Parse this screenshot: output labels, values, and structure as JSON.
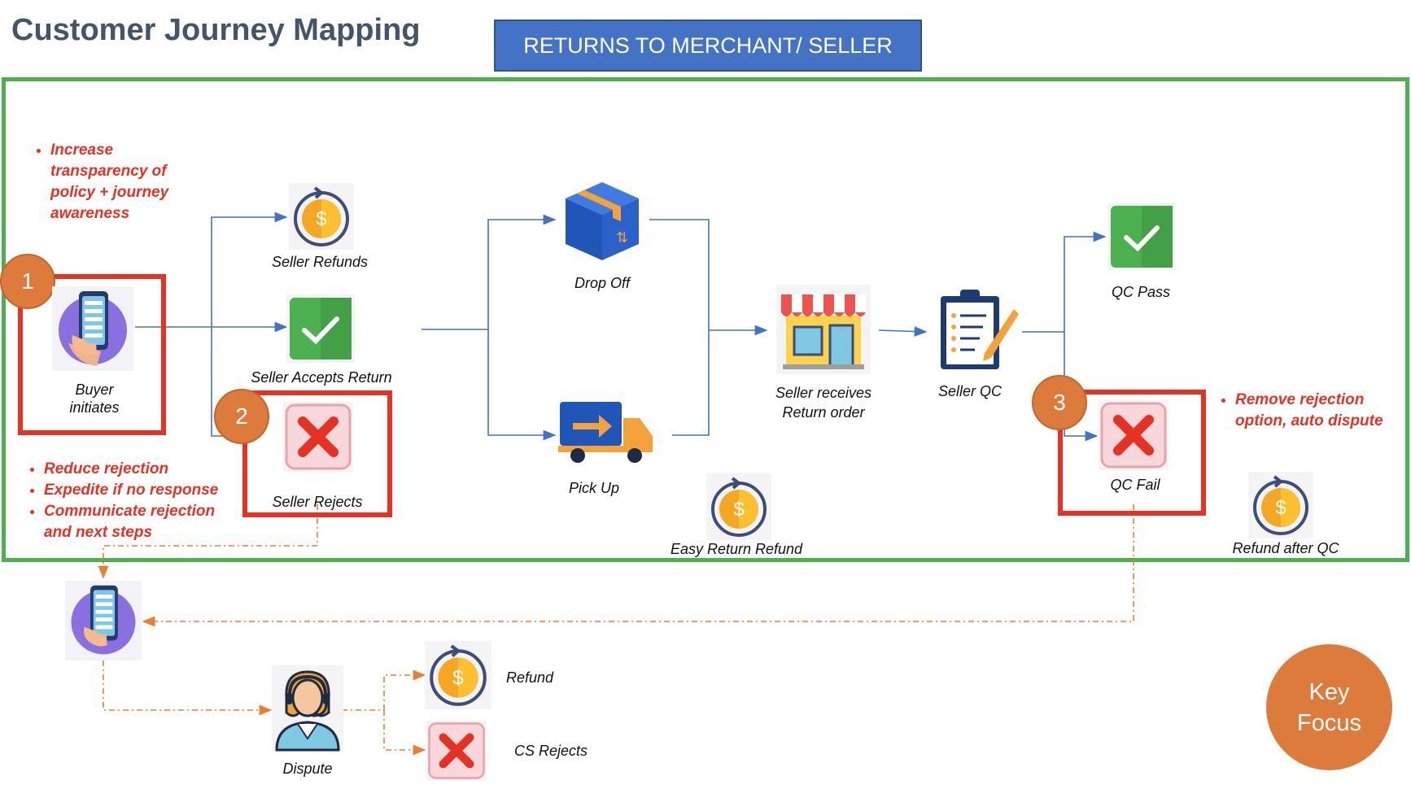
{
  "header": {
    "title": "Customer Journey Mapping",
    "banner": "RETURNS TO MERCHANT/ SELLER"
  },
  "nodes": {
    "buyer_initiates": [
      "Buyer",
      "initiates"
    ],
    "seller_refunds": "Seller Refunds",
    "seller_accepts": "Seller Accepts Return",
    "seller_rejects": "Seller Rejects",
    "drop_off": "Drop Off",
    "pick_up": "Pick Up",
    "easy_return_refund": "Easy Return Refund",
    "seller_receives": [
      "Seller receives",
      "Return order"
    ],
    "seller_qc": "Seller QC",
    "qc_pass": "QC Pass",
    "qc_fail": "QC Fail",
    "refund_after_qc": "Refund after QC",
    "dispute": "Dispute",
    "refund": "Refund",
    "cs_rejects": "CS Rejects"
  },
  "badges": [
    "1",
    "2",
    "3"
  ],
  "notes": {
    "note1": [
      "Increase",
      "transparency of",
      "policy + journey",
      "awareness"
    ],
    "note2": [
      "Reduce rejection",
      "Expedite if no response",
      "Communicate rejection",
      "and next steps"
    ],
    "note3": [
      "Remove rejection",
      "option, auto dispute"
    ]
  },
  "legend": {
    "key_line1": "Key",
    "key_line2": "Focus"
  },
  "colors": {
    "accent_red": "#e53223",
    "frame_green": "#4caf50",
    "badge_orange": "#dd7b3c",
    "banner_blue": "#4472c4",
    "flow_blue": "#4472c4",
    "dispute_orange": "#ed7d31"
  }
}
